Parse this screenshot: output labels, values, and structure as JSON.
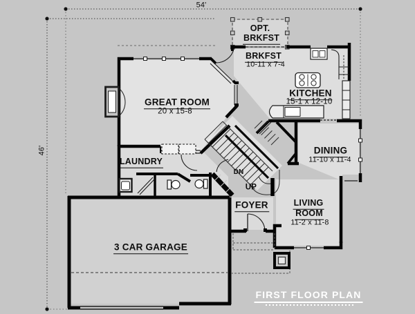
{
  "page": {
    "background_color": "#c6c6c6",
    "wall_color": "#070707",
    "title_color": "#ffffff"
  },
  "title": {
    "text": "FIRST FLOOR PLAN"
  },
  "dimensions": {
    "width_label": "54'",
    "height_label": "46'"
  },
  "rooms": {
    "opt_brkfst": {
      "line1": "OPT.",
      "line2": "BRKFST"
    },
    "brkfst": {
      "name": "BRKFST",
      "size": "10-11 x 7-4"
    },
    "great_room": {
      "name": "GREAT ROOM",
      "size": "20 x 15-8"
    },
    "kitchen": {
      "name": "KITCHEN",
      "size": "15-1 x 12-10"
    },
    "dining": {
      "name": "DINING",
      "size": "11-10 x 11-4"
    },
    "living_room": {
      "line1": "LIVING",
      "line2": "ROOM",
      "size": "11-2 x 11-8"
    },
    "foyer": {
      "name": "FOYER"
    },
    "laundry": {
      "name": "LAUNDRY"
    },
    "garage": {
      "name": "3 CAR GARAGE"
    }
  },
  "stairs": {
    "down_label": "DN",
    "up_label": "UP"
  }
}
